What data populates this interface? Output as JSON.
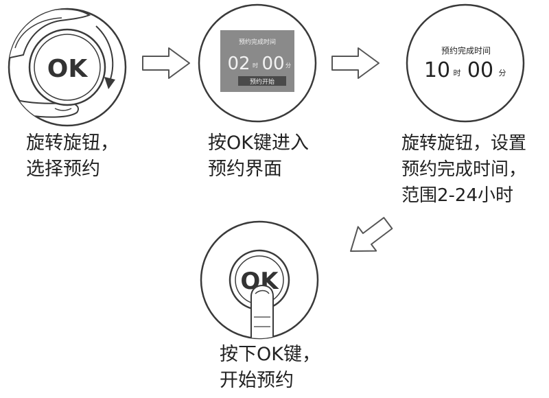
{
  "steps": [
    {
      "knob_label": "OK",
      "caption": [
        "旋转旋钮，",
        "选择预约"
      ]
    },
    {
      "screen_title": "预约完成时间",
      "hour": "02",
      "hour_unit": "时",
      "minute": "00",
      "minute_unit": "分",
      "start_button": "预约开始",
      "caption": [
        "按OK键进入",
        "预约界面"
      ]
    },
    {
      "screen_title": "预约完成时间",
      "hour": "10",
      "hour_unit": "时",
      "minute": "00",
      "minute_unit": "分",
      "caption": [
        "旋转旋钮，设置",
        "预约完成时间，",
        "范围2-24小时"
      ]
    },
    {
      "knob_label": "OK",
      "caption": [
        "按下OK键，",
        "开始预约"
      ]
    }
  ],
  "colors": {
    "stroke": "#3a3a3a",
    "screen_bg": "#8a8a8a",
    "screen_text": "#f2f2f2",
    "start_bar": "#4a4a4a"
  }
}
